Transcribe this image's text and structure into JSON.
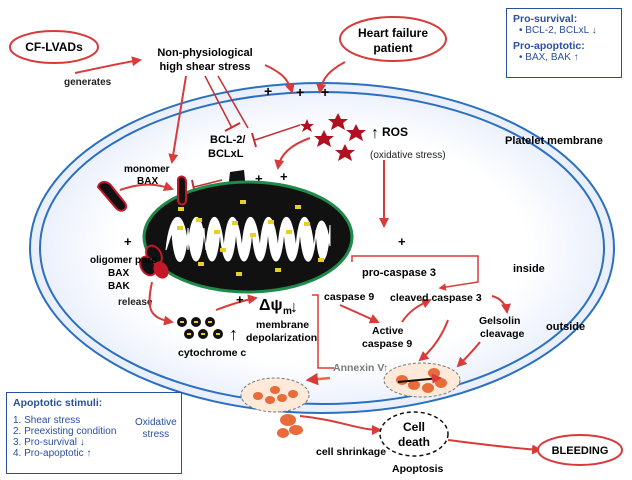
{
  "top_left": {
    "device": "CF-LVADs",
    "generates": "generates"
  },
  "shear": {
    "line1": "Non-physiological",
    "line2": "high shear stress"
  },
  "patient": {
    "line1": "Heart failure",
    "line2": "patient"
  },
  "plus": "+",
  "ros": {
    "label": "ROS",
    "stress": "(oxidative stress)"
  },
  "membrane_label": "Platelet membrane",
  "bcl": {
    "line1": "BCL-2/",
    "line2": "BCLxL"
  },
  "monomer": {
    "line1": "monomer",
    "line2": "BAX"
  },
  "oligomer": {
    "line1": "oligomer pore",
    "line2": "BAX",
    "line3": "BAK"
  },
  "release": "release",
  "cytochrome": "cytochrome c",
  "delta_psi": {
    "symbol": "Δψ",
    "sub": "m"
  },
  "membrane_dep": {
    "line1": "membrane",
    "line2": "depolarization"
  },
  "pro_caspase": "pro-caspase 3",
  "caspase9": "caspase 9",
  "active_caspase": {
    "line1": "Active",
    "line2": "caspase 9"
  },
  "cleaved_caspase": "cleaved caspase 3",
  "gelsolin": {
    "line1": "Gelsolin",
    "line2": "cleavage"
  },
  "annexin": "Annexin V",
  "inside": "inside",
  "outside": "outside",
  "cell_shrinkage": "cell shrinkage",
  "cell_death": {
    "line1": "Cell",
    "line2": "death"
  },
  "apoptosis": "Apoptosis",
  "bleeding": "BLEEDING",
  "legend": {
    "pro_survival_title": "Pro-survival:",
    "pro_survival_item": "BCL-2, BCLxL ↓",
    "pro_apoptotic_title": "Pro-apoptotic:",
    "pro_apoptotic_item": "BAX, BAK ↑"
  },
  "stimuli": {
    "title": "Apoptotic stimuli:",
    "items": [
      "Shear stress",
      "Preexisting condition",
      "Pro-survival ↓",
      "Pro-apoptotic ↑"
    ],
    "oxidative_line1": "Oxidative",
    "oxidative_line2": "stress"
  },
  "colors": {
    "arrow": "#d93b3b",
    "inhibit": "#c43030",
    "membrane": "#2a6fc0",
    "legend": "#2a4fa0",
    "mito_edge": "#1f8a4a"
  }
}
